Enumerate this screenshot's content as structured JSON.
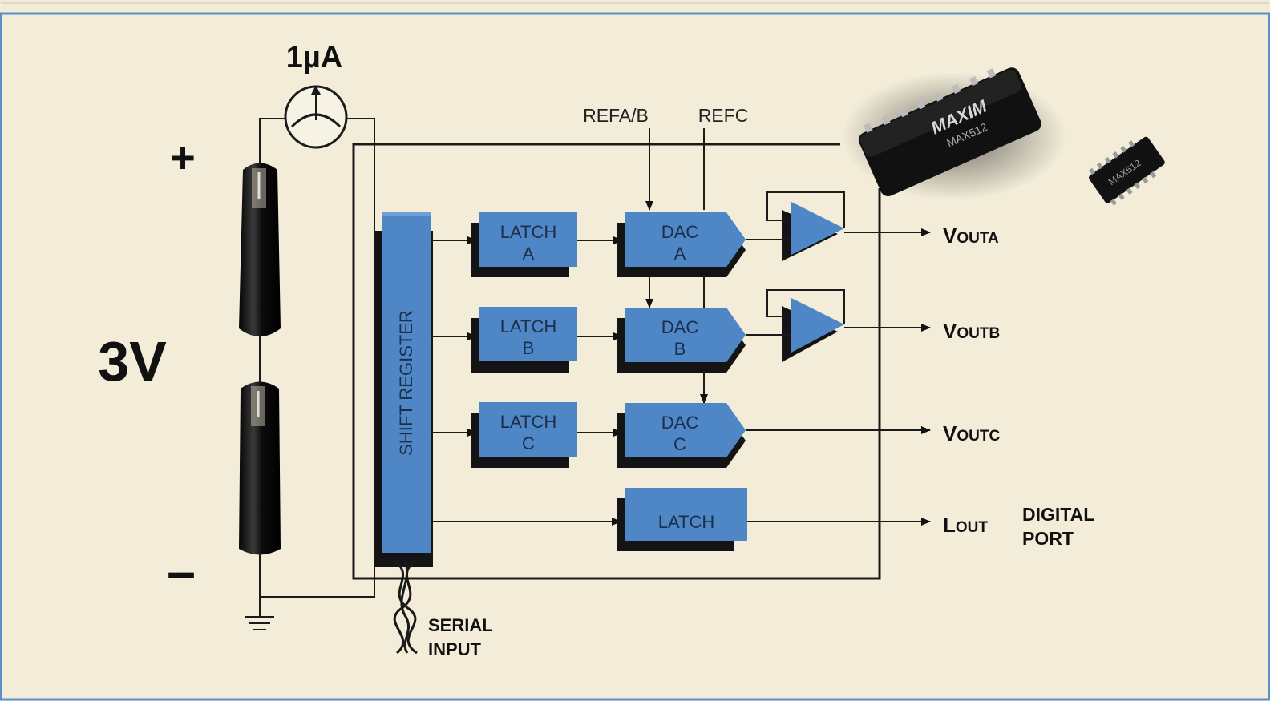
{
  "supply": {
    "current_label": "1µA",
    "voltage_label": "3V",
    "plus_label": "+",
    "minus_label": "–"
  },
  "refs": {
    "ref_ab": "REFA/B",
    "ref_c": "REFC"
  },
  "shift_register": {
    "label": "SHIFT REGISTER"
  },
  "latches": [
    {
      "line1": "LATCH",
      "line2": "A"
    },
    {
      "line1": "LATCH",
      "line2": "B"
    },
    {
      "line1": "LATCH",
      "line2": "C"
    }
  ],
  "dacs": [
    {
      "line1": "DAC",
      "line2": "A"
    },
    {
      "line1": "DAC",
      "line2": "B"
    },
    {
      "line1": "DAC",
      "line2": "C"
    }
  ],
  "latch_out": {
    "label": "LATCH"
  },
  "outputs": [
    {
      "main": "V",
      "sub": "OUTA"
    },
    {
      "main": "V",
      "sub": "OUTB"
    },
    {
      "main": "V",
      "sub": "OUTC"
    },
    {
      "main": "L",
      "sub": "OUT"
    }
  ],
  "digital_port": {
    "line1": "DIGITAL",
    "line2": "PORT"
  },
  "serial_input": {
    "line1": "SERIAL",
    "line2": "INPUT"
  },
  "chips": {
    "large_brand": "MAXIM",
    "large_part": "MAX512",
    "small_part": "MAX512"
  },
  "colors": {
    "background": "#f2ecd8",
    "block_blue": "#4f86c6",
    "block_shadow": "#141414",
    "frame": "#5b8fc7",
    "wire": "#1a1a1a"
  }
}
